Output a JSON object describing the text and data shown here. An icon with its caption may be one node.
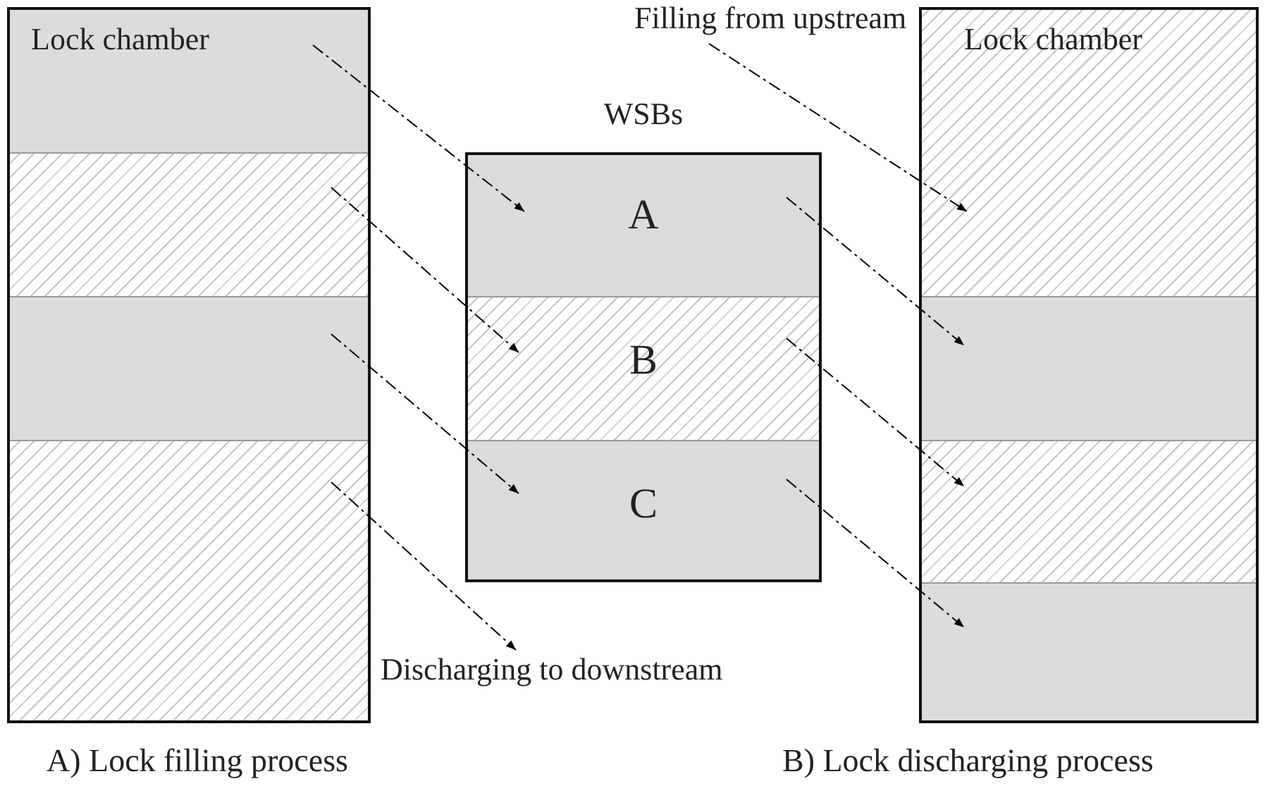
{
  "diagram": {
    "nodes": [
      {
        "text": [
          "Lock chamber"
        ]
      },
      {
        "text": [],
        "shape": "box"
      },
      {
        "text": [],
        "shape": "box"
      },
      {
        "text": [],
        "shape": "box"
      },
      {
        "text": [
          "Discharging to downstream"
        ]
      },
      {
        "text": [
          "WSBs"
        ]
      },
      {
        "text": [
          "A"
        ],
        "in": 5
      },
      {
        "text": [
          "B"
        ],
        "in": 5
      },
      {
        "text": [
          "C"
        ],
        "in": 5
      },
      {
        "text": [
          "Filling from upstream"
        ]
      },
      {
        "text": [
          "Lock chamber"
        ]
      },
      {
        "text": [],
        "shape": "box"
      },
      {
        "text": [],
        "shape": "box"
      },
      {
        "text": [],
        "shape": "box"
      }
    ],
    "edges": [
      {
        "from": 0,
        "to": 6,
        "arrow": "to",
        "style": "dashed"
      },
      {
        "from": 1,
        "to": 7,
        "arrow": "to",
        "style": "dashed"
      },
      {
        "from": 2,
        "to": 8,
        "arrow": "to",
        "style": "dashed"
      },
      {
        "from": 3,
        "to": 4,
        "arrow": "to",
        "style": "dashed"
      },
      {
        "from": 9,
        "to": 10,
        "arrow": "to",
        "style": "dashed"
      },
      {
        "from": 6,
        "to": 11,
        "arrow": "to",
        "style": "dashed"
      },
      {
        "from": 7,
        "to": 12,
        "arrow": "to",
        "style": "dashed"
      },
      {
        "from": 8,
        "to": 13,
        "arrow": "to",
        "style": "dashed"
      }
    ],
    "labels": [
      "A) Lock filling process",
      "B) Lock discharging process"
    ]
  }
}
